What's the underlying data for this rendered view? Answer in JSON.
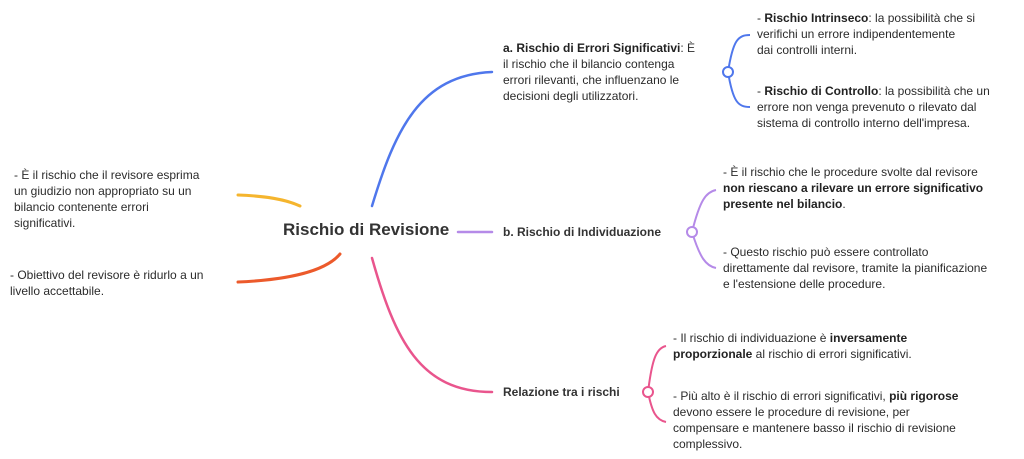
{
  "colors": {
    "branch_a": "#4f77ec",
    "branch_b": "#b58ae8",
    "branch_c": "#e9558d",
    "left_top": "#f5b52e",
    "left_bottom": "#ec5a2b"
  },
  "central": {
    "title": "Rischio di Revisione"
  },
  "left_notes": {
    "top": "- È il rischio che il  revisore esprima\nun giudizio  non appropriato su un\nbilancio  contenente errori\n  significativi.",
    "bottom": "- Obiettivo del revisore è  ridurlo a un\nlivello  accettabile."
  },
  "branches": {
    "a": {
      "label": "a. Rischio di Errori  Significativi",
      "desc": ": È\nil rischio  che il bilancio contenga\n errori rilevanti, che  influenzano le\ndecisioni degli  utilizzatori.",
      "children": [
        {
          "prefix": "- ",
          "bold": "Rischio Intrinseco",
          "text": ": la  possibilità che si\nverifichi  un errore indipendentemente\n dai controlli interni."
        },
        {
          "prefix": "- ",
          "bold": "Rischio di Controllo",
          "text": ": la  possibilità che un\nerrore non  venga prevenuto o rilevato dal\n sistema di controllo interno  dell'impresa."
        }
      ]
    },
    "b": {
      "label": "b. Rischio di  Individuazione",
      "children": [
        {
          "pre": "- È il rischio che le  procedure svolte dal revisore\n ",
          "bold": "non riescano a rilevare un  errore significativo\npresente  nel bilancio",
          "post": "."
        },
        {
          "text": "- Questo rischio può essere  controllato\ndirettamente dal  revisore, tramite la  pianificazione\ne  l'estensione delle  procedure."
        }
      ]
    },
    "c": {
      "label": "Relazione tra i rischi",
      "children": [
        {
          "pre": "- Il rischio di individuazione  è ",
          "bold": "inversamente\n proporzionale",
          "post": " al rischio di  errori significativi."
        },
        {
          "pre": "- Più alto è il rischio di  errori significativi, ",
          "bold": "più  rigorose",
          "post": "\ndevono essere le  procedure di revisione, per\n compensare e mantenere basso  il rischio di revisione\n complessivo."
        }
      ]
    }
  }
}
